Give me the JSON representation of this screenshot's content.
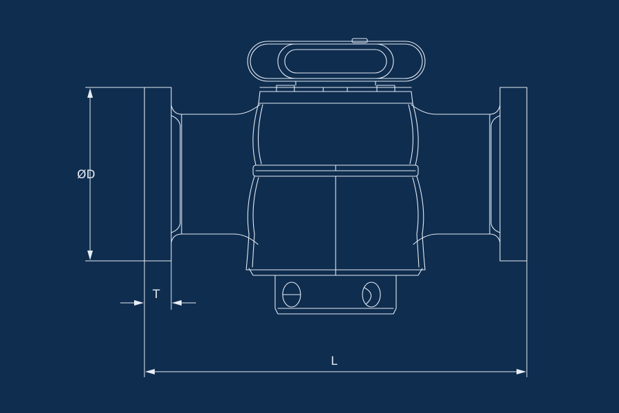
{
  "diagram": {
    "labels": {
      "diameter": "ØD",
      "thickness": "T",
      "length": "L"
    },
    "colors": {
      "background": "#0f2d4f",
      "line": "#e6edf5"
    }
  }
}
